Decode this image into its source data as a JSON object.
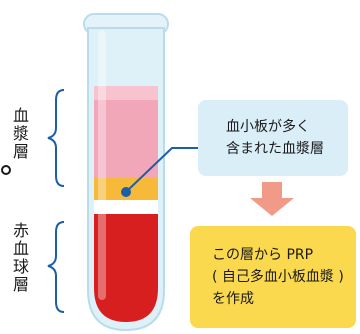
{
  "labels": {
    "plasma": "血漿層",
    "red_blood_cells": "赤血球層"
  },
  "callouts": {
    "platelet_rich_plasma": [
      "血小板が多く",
      "含まれた血漿層"
    ],
    "prp_result": [
      "この層から PRP",
      "( 自己多血小板血漿 )",
      "を作成"
    ]
  },
  "colors": {
    "tube_glass": "#cfe8f3",
    "plasma": "#f1a7b8",
    "platelet_layer": "#f6b93a",
    "red_blood_cells": "#d81f1f",
    "bracket": "#1c5fa8",
    "arrow": "#f29a88",
    "callout_top": "#d9eef7",
    "callout_bottom": "#fbd94f"
  }
}
